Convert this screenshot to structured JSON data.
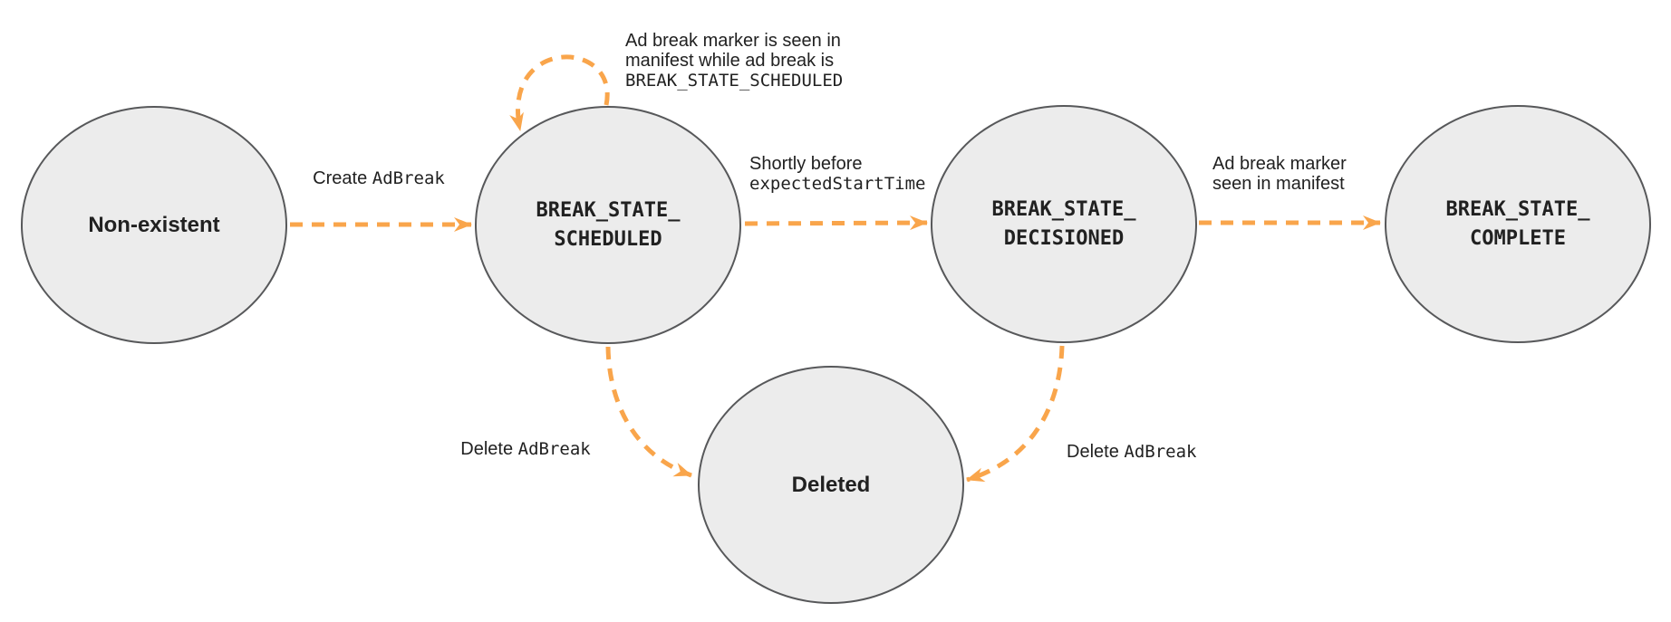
{
  "colors": {
    "arrow": "#F9A54B",
    "state_fill": "#ECECEC",
    "state_border": "#57585A",
    "text": "#212121"
  },
  "states": {
    "non_existent": {
      "label": "Non-existent"
    },
    "scheduled": {
      "line1": "BREAK_STATE_",
      "line2": "SCHEDULED"
    },
    "decisioned": {
      "line1": "BREAK_STATE_",
      "line2": "DECISIONED"
    },
    "complete": {
      "line1": "BREAK_STATE_",
      "line2": "COMPLETE"
    },
    "deleted": {
      "label": "Deleted"
    }
  },
  "transitions": {
    "create": {
      "text": "Create ",
      "code": "AdBreak"
    },
    "self_loop": {
      "line1": "Ad break marker is seen in",
      "line2": "manifest while ad break is",
      "code": "BREAK_STATE_SCHEDULED"
    },
    "shortly_before": {
      "text": "Shortly before",
      "code": "expectedStartTime"
    },
    "marker_seen": {
      "line1": "Ad break marker",
      "line2": "seen in manifest"
    },
    "delete_left": {
      "text": "Delete ",
      "code": "AdBreak"
    },
    "delete_right": {
      "text": "Delete ",
      "code": "AdBreak"
    }
  }
}
